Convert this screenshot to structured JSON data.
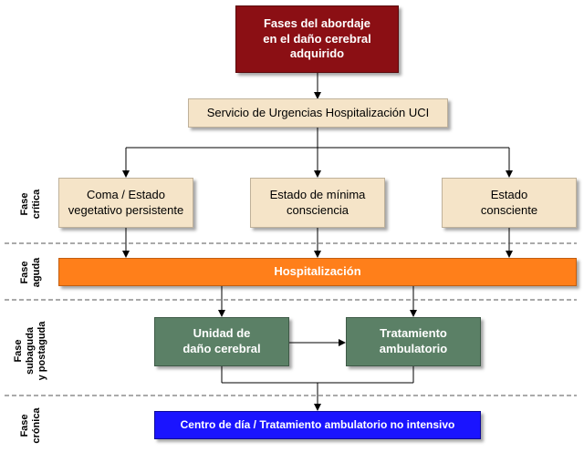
{
  "diagram": {
    "title_box": "Fases del abordaje\nen el daño cerebral\nadquirido",
    "urgencias_box": "Servicio de Urgencias Hospitalización UCI",
    "critical_boxes": [
      "Coma / Estado\nvegetativo persistente",
      "Estado de mínima\nconsciencia",
      "Estado\nconsciente"
    ],
    "hospitalizacion_box": "Hospitalización",
    "unidad_box": "Unidad de\ndaño cerebral",
    "tratamiento_box": "Tratamiento\nambulatorio",
    "centro_box": "Centro de día / Tratamiento ambulatorio no intensivo"
  },
  "phases": {
    "critica": "Fase\ncrítica",
    "aguda": "Fase\naguda",
    "subaguda": "Fase\nsubaguda\ny postaguda",
    "cronica": "Fase\ncrónica"
  },
  "colors": {
    "title_bg": "#8b0f14",
    "beige": "#f5e4c8",
    "orange": "#ff7f1a",
    "green": "#5b8066",
    "blue": "#1a14ff"
  }
}
